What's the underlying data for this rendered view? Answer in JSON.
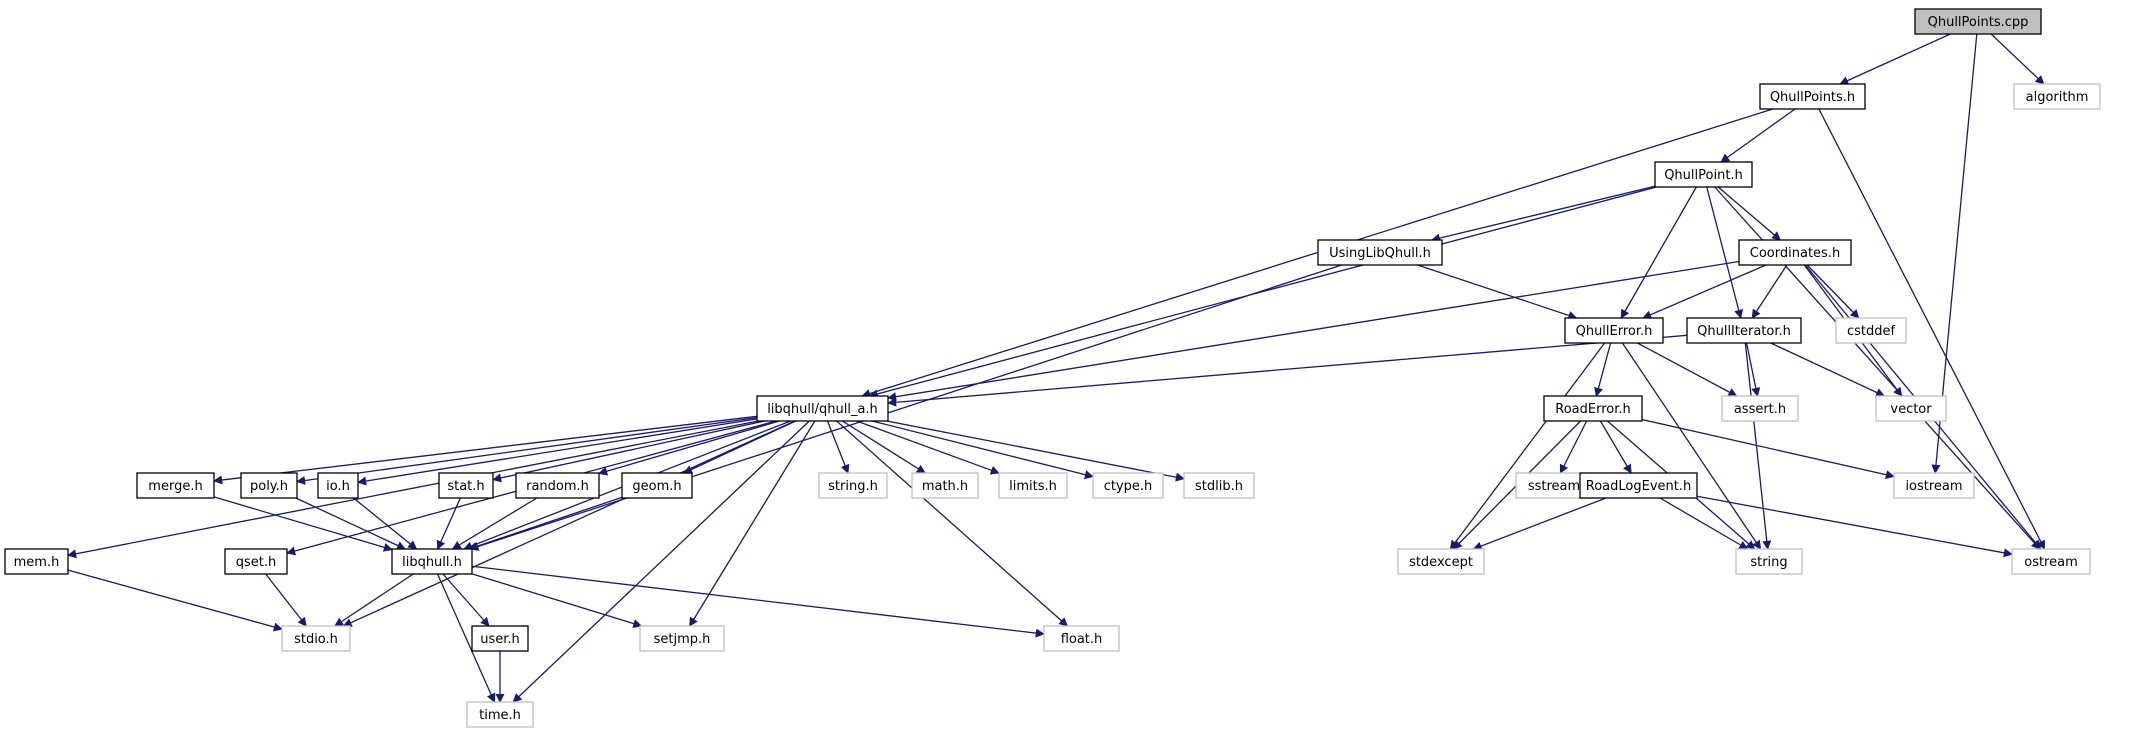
{
  "diagram": {
    "nodes": [
      {
        "id": "qhullpoints_cpp",
        "label": "QhullPoints.cpp",
        "kind": "root"
      },
      {
        "id": "qhullpoints_h",
        "label": "QhullPoints.h",
        "kind": "doc"
      },
      {
        "id": "algorithm",
        "label": "algorithm",
        "kind": "ext"
      },
      {
        "id": "qhullpoint_h",
        "label": "QhullPoint.h",
        "kind": "doc"
      },
      {
        "id": "usinglibqhull_h",
        "label": "UsingLibQhull.h",
        "kind": "doc"
      },
      {
        "id": "coordinates_h",
        "label": "Coordinates.h",
        "kind": "doc"
      },
      {
        "id": "qhullerror_h",
        "label": "QhullError.h",
        "kind": "doc"
      },
      {
        "id": "qhulliterator_h",
        "label": "QhullIterator.h",
        "kind": "doc"
      },
      {
        "id": "cstddef",
        "label": "cstddef",
        "kind": "ext"
      },
      {
        "id": "libqhull_qhull_a_h",
        "label": "libqhull/qhull_a.h",
        "kind": "doc"
      },
      {
        "id": "assert_h",
        "label": "assert.h",
        "kind": "ext"
      },
      {
        "id": "vector",
        "label": "vector",
        "kind": "ext"
      },
      {
        "id": "roaderror_h",
        "label": "RoadError.h",
        "kind": "doc"
      },
      {
        "id": "sstream",
        "label": "sstream",
        "kind": "ext"
      },
      {
        "id": "iostream",
        "label": "iostream",
        "kind": "ext"
      },
      {
        "id": "roadlogevent_h",
        "label": "RoadLogEvent.h",
        "kind": "doc"
      },
      {
        "id": "stdexcept",
        "label": "stdexcept",
        "kind": "ext"
      },
      {
        "id": "string",
        "label": "string",
        "kind": "ext"
      },
      {
        "id": "ostream",
        "label": "ostream",
        "kind": "ext"
      },
      {
        "id": "mem_h",
        "label": "mem.h",
        "kind": "doc"
      },
      {
        "id": "merge_h",
        "label": "merge.h",
        "kind": "doc"
      },
      {
        "id": "poly_h",
        "label": "poly.h",
        "kind": "doc"
      },
      {
        "id": "io_h",
        "label": "io.h",
        "kind": "doc"
      },
      {
        "id": "stat_h",
        "label": "stat.h",
        "kind": "doc"
      },
      {
        "id": "random_h",
        "label": "random.h",
        "kind": "doc"
      },
      {
        "id": "geom_h",
        "label": "geom.h",
        "kind": "doc"
      },
      {
        "id": "string_h",
        "label": "string.h",
        "kind": "ext"
      },
      {
        "id": "math_h",
        "label": "math.h",
        "kind": "ext"
      },
      {
        "id": "limits_h",
        "label": "limits.h",
        "kind": "ext"
      },
      {
        "id": "ctype_h",
        "label": "ctype.h",
        "kind": "ext"
      },
      {
        "id": "stdlib_h",
        "label": "stdlib.h",
        "kind": "ext"
      },
      {
        "id": "qset_h",
        "label": "qset.h",
        "kind": "doc"
      },
      {
        "id": "libqhull_h",
        "label": "libqhull.h",
        "kind": "doc"
      },
      {
        "id": "stdio_h",
        "label": "stdio.h",
        "kind": "ext"
      },
      {
        "id": "user_h",
        "label": "user.h",
        "kind": "doc"
      },
      {
        "id": "setjmp_h",
        "label": "setjmp.h",
        "kind": "ext"
      },
      {
        "id": "float_h",
        "label": "float.h",
        "kind": "ext"
      },
      {
        "id": "time_h",
        "label": "time.h",
        "kind": "ext"
      }
    ],
    "edges": [
      [
        "qhullpoints_cpp",
        "qhullpoints_h"
      ],
      [
        "qhullpoints_cpp",
        "algorithm"
      ],
      [
        "qhullpoints_cpp",
        "iostream"
      ],
      [
        "qhullpoints_h",
        "qhullpoint_h"
      ],
      [
        "qhullpoints_h",
        "libqhull_qhull_a_h"
      ],
      [
        "qhullpoints_h",
        "ostream"
      ],
      [
        "qhullpoint_h",
        "usinglibqhull_h"
      ],
      [
        "qhullpoint_h",
        "coordinates_h"
      ],
      [
        "qhullpoint_h",
        "qhullerror_h"
      ],
      [
        "qhullpoint_h",
        "qhulliterator_h"
      ],
      [
        "qhullpoint_h",
        "libqhull_qhull_a_h"
      ],
      [
        "qhullpoint_h",
        "ostream"
      ],
      [
        "usinglibqhull_h",
        "qhullerror_h"
      ],
      [
        "usinglibqhull_h",
        "libqhull_h"
      ],
      [
        "coordinates_h",
        "qhullerror_h"
      ],
      [
        "coordinates_h",
        "qhulliterator_h"
      ],
      [
        "coordinates_h",
        "libqhull_qhull_a_h"
      ],
      [
        "coordinates_h",
        "cstddef"
      ],
      [
        "coordinates_h",
        "vector"
      ],
      [
        "coordinates_h",
        "ostream"
      ],
      [
        "qhullerror_h",
        "roaderror_h"
      ],
      [
        "qhullerror_h",
        "assert_h"
      ],
      [
        "qhullerror_h",
        "stdexcept"
      ],
      [
        "qhullerror_h",
        "string"
      ],
      [
        "qhulliterator_h",
        "libqhull_qhull_a_h"
      ],
      [
        "qhulliterator_h",
        "assert_h"
      ],
      [
        "qhulliterator_h",
        "vector"
      ],
      [
        "qhulliterator_h",
        "string"
      ],
      [
        "roaderror_h",
        "roadlogevent_h"
      ],
      [
        "roaderror_h",
        "sstream"
      ],
      [
        "roaderror_h",
        "iostream"
      ],
      [
        "roaderror_h",
        "stdexcept"
      ],
      [
        "roaderror_h",
        "string"
      ],
      [
        "roadlogevent_h",
        "stdexcept"
      ],
      [
        "roadlogevent_h",
        "string"
      ],
      [
        "roadlogevent_h",
        "ostream"
      ],
      [
        "libqhull_qhull_a_h",
        "mem_h"
      ],
      [
        "libqhull_qhull_a_h",
        "merge_h"
      ],
      [
        "libqhull_qhull_a_h",
        "poly_h"
      ],
      [
        "libqhull_qhull_a_h",
        "io_h"
      ],
      [
        "libqhull_qhull_a_h",
        "stat_h"
      ],
      [
        "libqhull_qhull_a_h",
        "random_h"
      ],
      [
        "libqhull_qhull_a_h",
        "geom_h"
      ],
      [
        "libqhull_qhull_a_h",
        "string_h"
      ],
      [
        "libqhull_qhull_a_h",
        "math_h"
      ],
      [
        "libqhull_qhull_a_h",
        "limits_h"
      ],
      [
        "libqhull_qhull_a_h",
        "ctype_h"
      ],
      [
        "libqhull_qhull_a_h",
        "stdlib_h"
      ],
      [
        "libqhull_qhull_a_h",
        "qset_h"
      ],
      [
        "libqhull_qhull_a_h",
        "libqhull_h"
      ],
      [
        "libqhull_qhull_a_h",
        "stdio_h"
      ],
      [
        "libqhull_qhull_a_h",
        "setjmp_h"
      ],
      [
        "libqhull_qhull_a_h",
        "float_h"
      ],
      [
        "libqhull_qhull_a_h",
        "time_h"
      ],
      [
        "merge_h",
        "libqhull_h"
      ],
      [
        "poly_h",
        "libqhull_h"
      ],
      [
        "io_h",
        "libqhull_h"
      ],
      [
        "stat_h",
        "libqhull_h"
      ],
      [
        "random_h",
        "libqhull_h"
      ],
      [
        "geom_h",
        "libqhull_h"
      ],
      [
        "mem_h",
        "stdio_h"
      ],
      [
        "qset_h",
        "stdio_h"
      ],
      [
        "libqhull_h",
        "stdio_h"
      ],
      [
        "libqhull_h",
        "user_h"
      ],
      [
        "libqhull_h",
        "setjmp_h"
      ],
      [
        "libqhull_h",
        "float_h"
      ],
      [
        "libqhull_h",
        "time_h"
      ],
      [
        "user_h",
        "time_h"
      ]
    ]
  },
  "colors": {
    "edge": "#191970",
    "doc_border": "#000000",
    "ext_border": "#bfbfbf",
    "root_fill": "#bfbfbf",
    "node_fill": "#ffffff",
    "text": "#000000"
  }
}
